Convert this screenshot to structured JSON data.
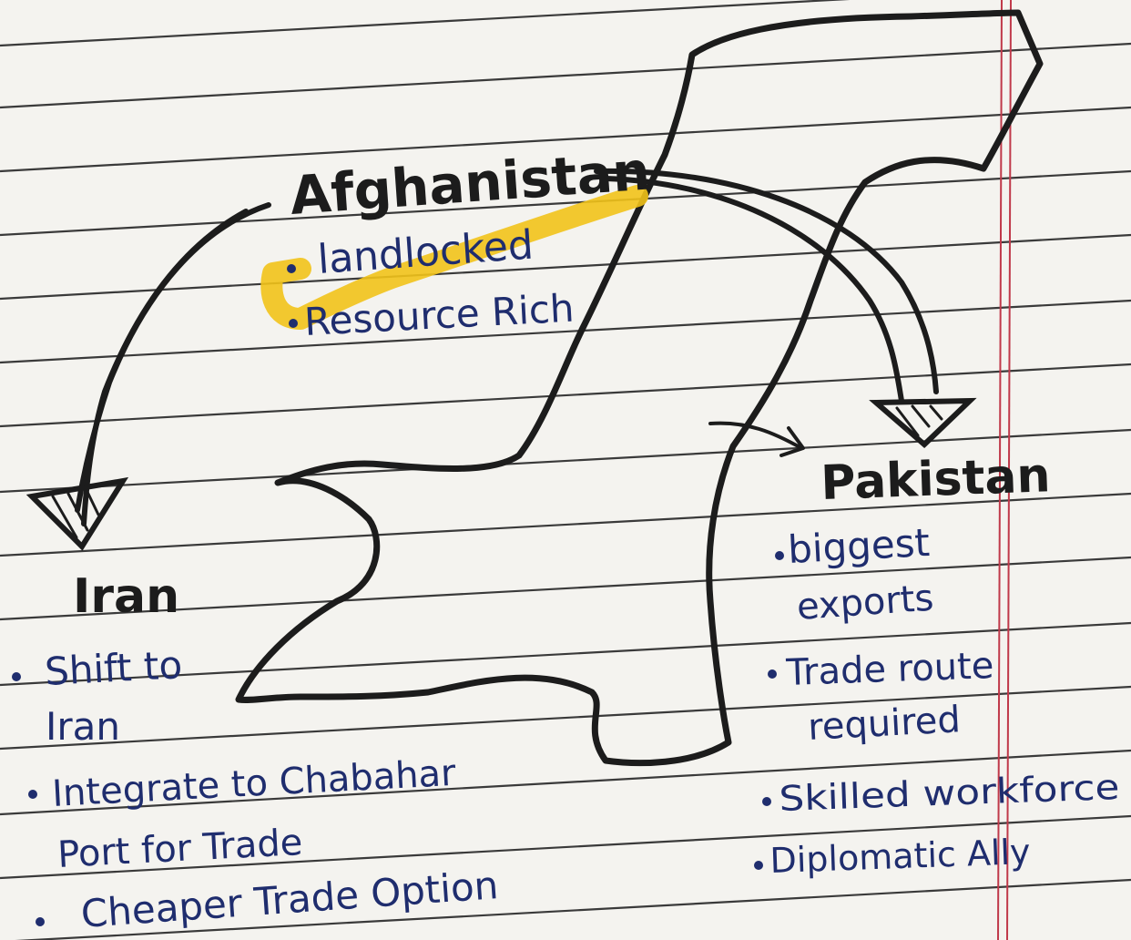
{
  "afghanistan": {
    "title": "Afghanistan",
    "points": [
      "landlocked",
      "Resource Rich"
    ]
  },
  "iran": {
    "title": "Iran",
    "points": [
      "Shift to",
      "Iran",
      "Integrate to Chabahar",
      "Port for Trade",
      "Cheaper Trade Option"
    ]
  },
  "pakistan": {
    "title": "Pakistan",
    "points": [
      "biggest",
      "exports",
      "Trade route",
      "required",
      "Skilled workforce",
      "Diplomatic Ally"
    ]
  },
  "colors": {
    "paper": "#f4f3ef",
    "rule_line": "#3a3a3a",
    "margin_line": "#c0394a",
    "ink_black": "#1c1c1c",
    "ink_blue": "#1f2d6e",
    "highlight": "#f2c31a"
  }
}
